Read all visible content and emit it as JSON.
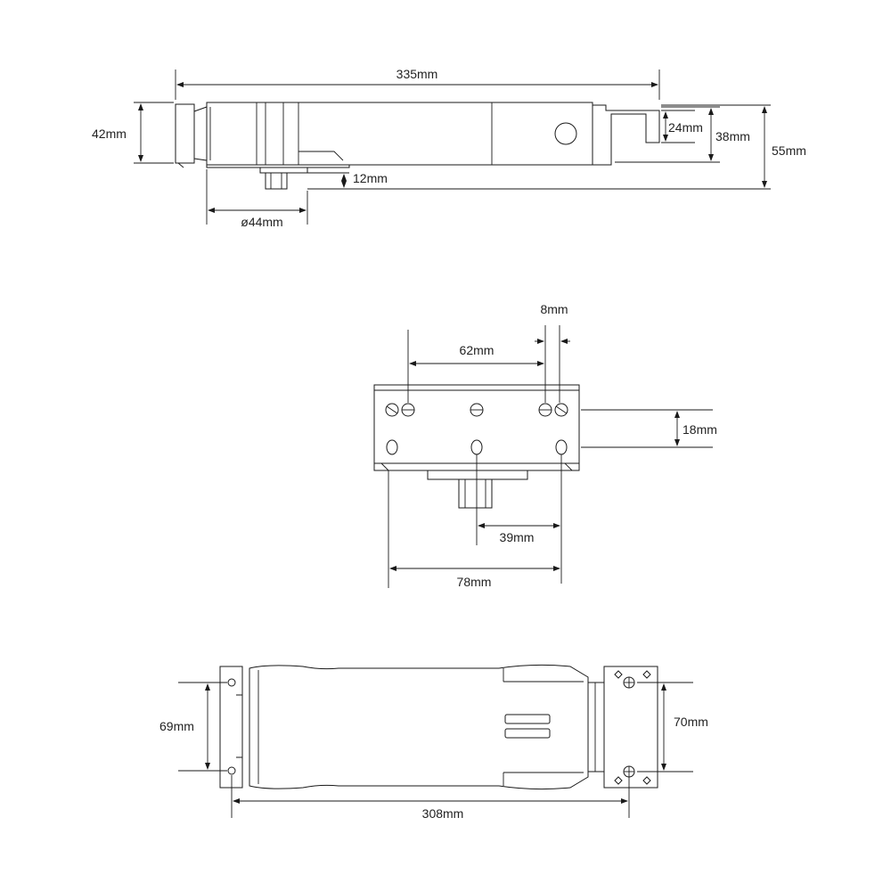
{
  "side_view": {
    "length": "335mm",
    "height_body": "42mm",
    "arm_height": "24mm",
    "arm_total": "38mm",
    "overall_height": "55mm",
    "spindle": "12mm",
    "diameter": "ø44mm"
  },
  "end_view": {
    "hole_offset": "8mm",
    "hole_spacing": "62mm",
    "vertical_spacing": "18mm",
    "spindle_offset": "39mm",
    "overall_width": "78mm"
  },
  "top_view": {
    "left_plate": "69mm",
    "right_plate": "70mm",
    "hole_centres": "308mm"
  },
  "colors": {
    "line": "#1a1a1a",
    "text": "#222222",
    "background": "#ffffff"
  }
}
